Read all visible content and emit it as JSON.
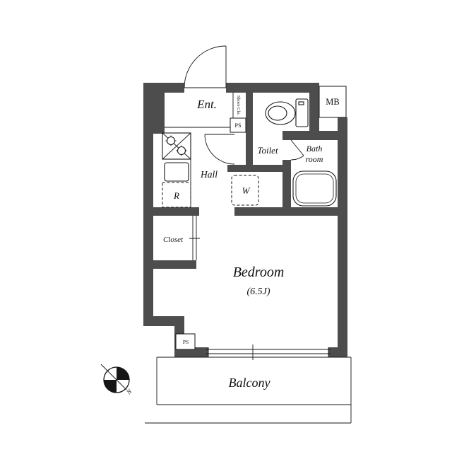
{
  "page": {
    "background": "#ffffff"
  },
  "colors": {
    "wall": "#4d4d4d",
    "line": "#161616"
  },
  "rooms": {
    "entrance": "Ent.",
    "shoes_closet": "Shoes Clo.",
    "pipe_space_upper": "PS",
    "mail_box": "MB",
    "toilet": "Toilet",
    "bathroom": {
      "line1": "Bath",
      "line2": "room"
    },
    "hall": "Hall",
    "refrigerator": "R",
    "washing_machine": "W",
    "closet": "Closet",
    "bedroom": {
      "name": "Bedroom",
      "size": "(6.5J)"
    },
    "pipe_space_lower": "PS",
    "balcony": "Balcony"
  },
  "compass": {
    "north": "N"
  }
}
